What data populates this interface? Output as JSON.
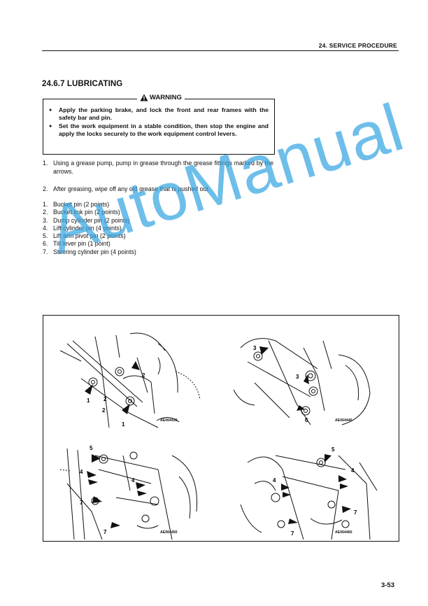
{
  "header": {
    "title": "24.  SERVICE PROCEDURE"
  },
  "section": {
    "title": "24.6.7 LUBRICATING"
  },
  "warning": {
    "label": "WARNING",
    "items": [
      "Apply the parking brake, and lock the front and rear frames with the safety bar and pin.",
      "Set the work equipment in a stable condition, then stop the engine and apply the locks securely to the work equipment control levers."
    ]
  },
  "steps": [
    {
      "num": "1.",
      "text": "Using a grease pump, pump in grease through the grease fittings marked by the arrows."
    },
    {
      "num": "2.",
      "text": "After greasing, wipe off any old grease that is pushed out."
    }
  ],
  "parts": [
    {
      "num": "1.",
      "text": "Bucket pin (2 points)"
    },
    {
      "num": "2.",
      "text": "Bucket link pin (2 points)"
    },
    {
      "num": "3.",
      "text": "Dump cylinder pin (2 points)"
    },
    {
      "num": "4.",
      "text": "Lift cylinder pin (4 points)"
    },
    {
      "num": "5.",
      "text": "Lift arm pivot pin (2 points)"
    },
    {
      "num": "6.",
      "text": "Tilt lever pin (1 point)"
    },
    {
      "num": "7.",
      "text": "Steering cylinder pin (4 points)"
    }
  ],
  "watermark": {
    "text": "AutoManual",
    "color": "#37a6e3"
  },
  "figures": [
    {
      "code": "AE064430",
      "labels": [
        "2",
        "1",
        "2",
        "1",
        "2"
      ]
    },
    {
      "code": "AE064440",
      "labels": [
        "3",
        "3",
        "6"
      ]
    },
    {
      "code": "AE064450",
      "labels": [
        "5",
        "4",
        "4",
        "7",
        "7"
      ]
    },
    {
      "code": "AE064460",
      "labels": [
        "5",
        "4",
        "4",
        "7",
        "7"
      ]
    }
  ],
  "page": {
    "number": "3-53"
  }
}
